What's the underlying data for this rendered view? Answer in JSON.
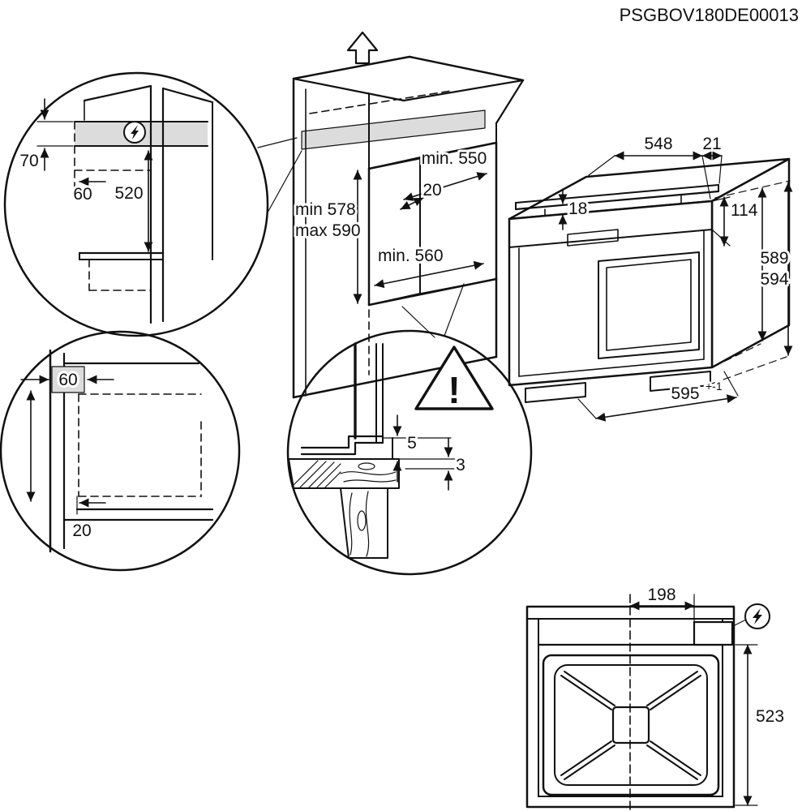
{
  "doc_code": "PSGBOV180DE00013",
  "colors": {
    "line": "#111111",
    "strip_fill": "#dcdcdc"
  },
  "vent_detail": {
    "height_70": "70",
    "offset_60": "60",
    "clearance_520": "520"
  },
  "niche": {
    "depth_min": "min. 550",
    "vent_gap": "20",
    "height_min": "min 578",
    "height_max": "max 590",
    "width_min": "min. 560"
  },
  "oven": {
    "depth_548": "548",
    "front_21": "21",
    "trim_18": "18",
    "panel_114": "114",
    "height_589": "589",
    "height_594": "594",
    "width_595": "595",
    "width_tol": "+-1"
  },
  "front_detail": {
    "offset_60": "60",
    "recess_20": "20"
  },
  "mount_detail": {
    "warning": "!",
    "gap_5": "5",
    "gap_3": "3"
  },
  "plan": {
    "conn_offset_198": "198",
    "depth_523": "523"
  }
}
